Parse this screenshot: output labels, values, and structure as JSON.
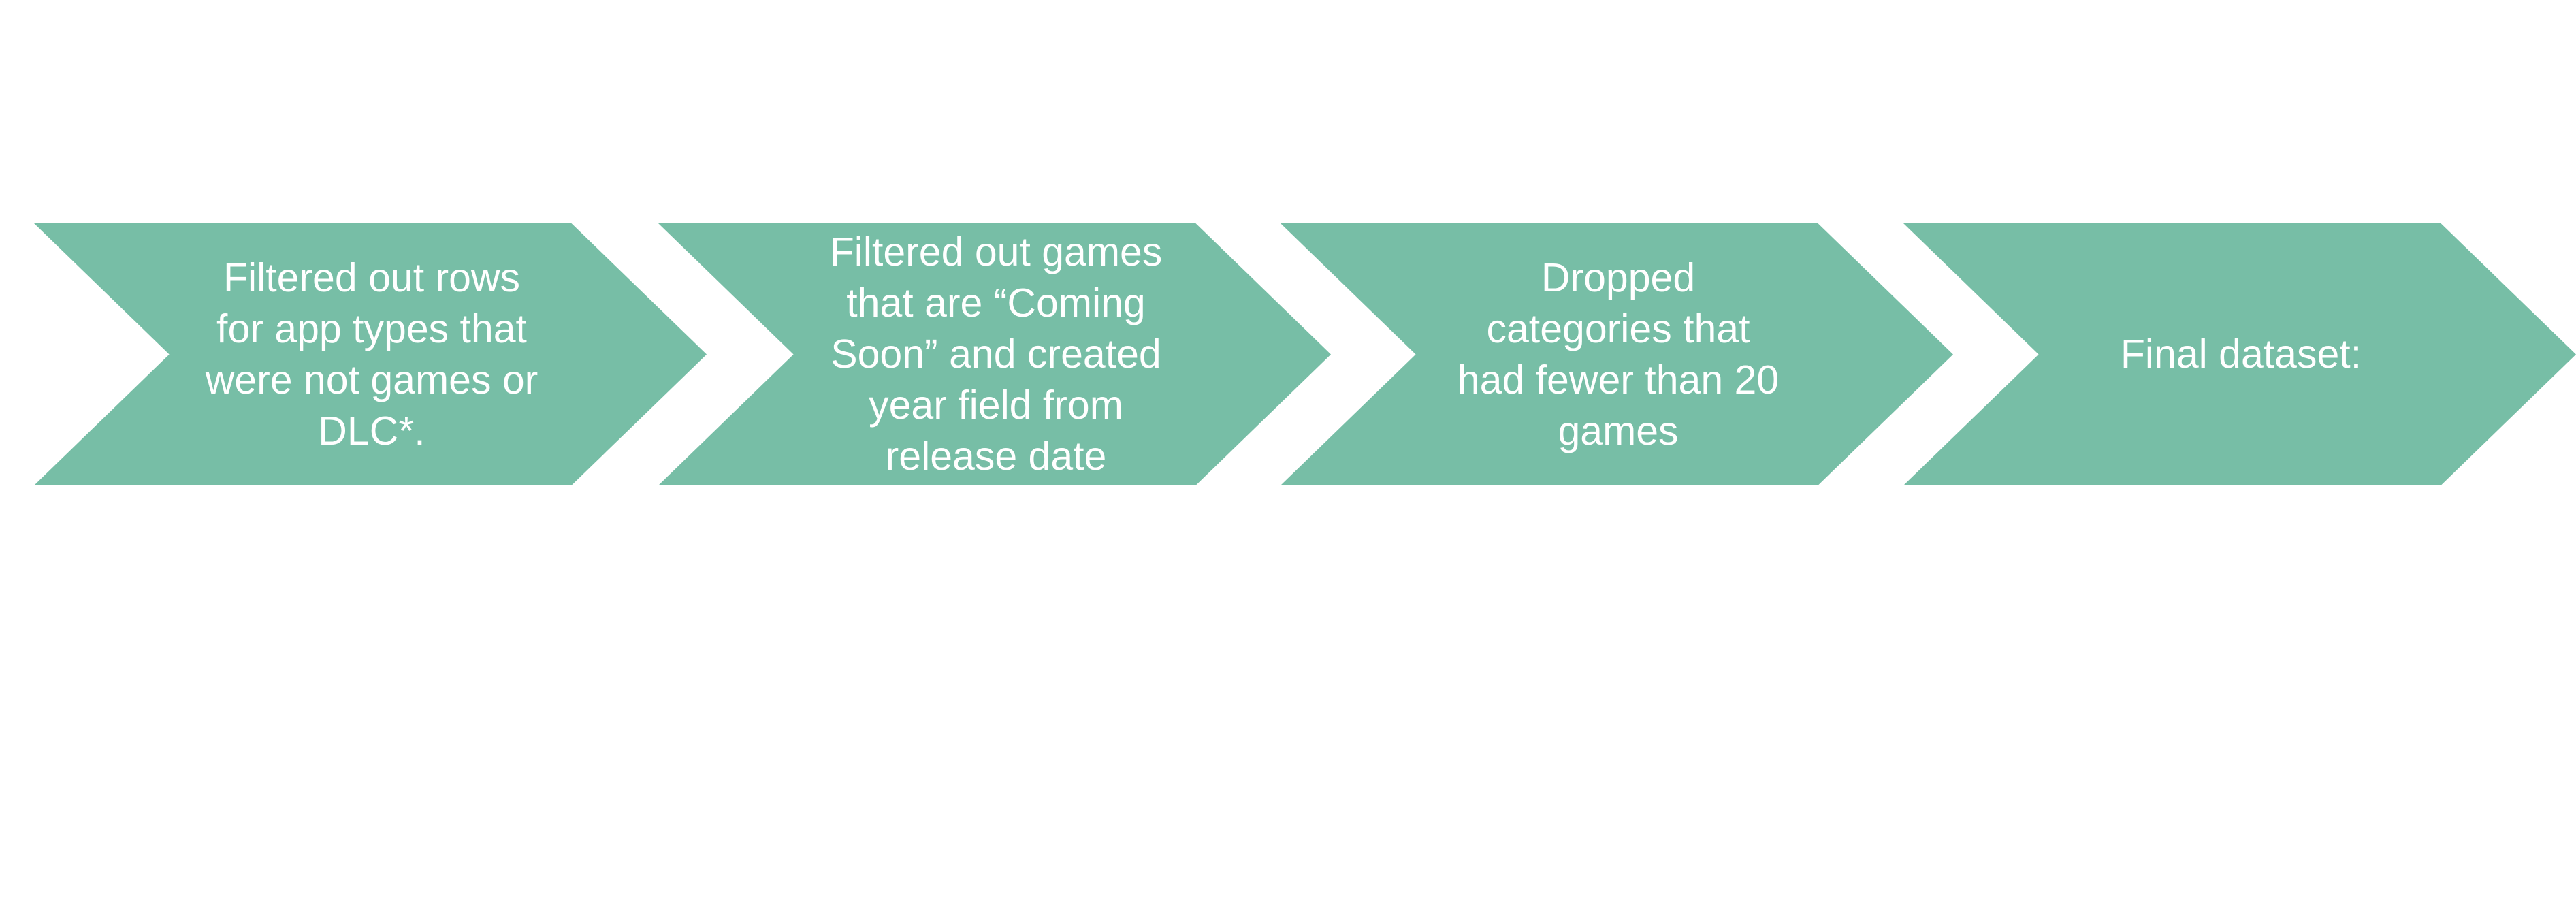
{
  "diagram": {
    "fill_color": "#77bea6",
    "text_color": "#ffffff",
    "steps": [
      {
        "label": "Filtered out rows\nfor app types that\nwere not games or\nDLC*."
      },
      {
        "label": "Filtered out games\nthat are “Coming\nSoon” and created\nyear field from\nrelease date"
      },
      {
        "label": "Dropped\ncategories that\nhad fewer than 20\ngames"
      },
      {
        "label": "Final dataset:"
      }
    ]
  }
}
